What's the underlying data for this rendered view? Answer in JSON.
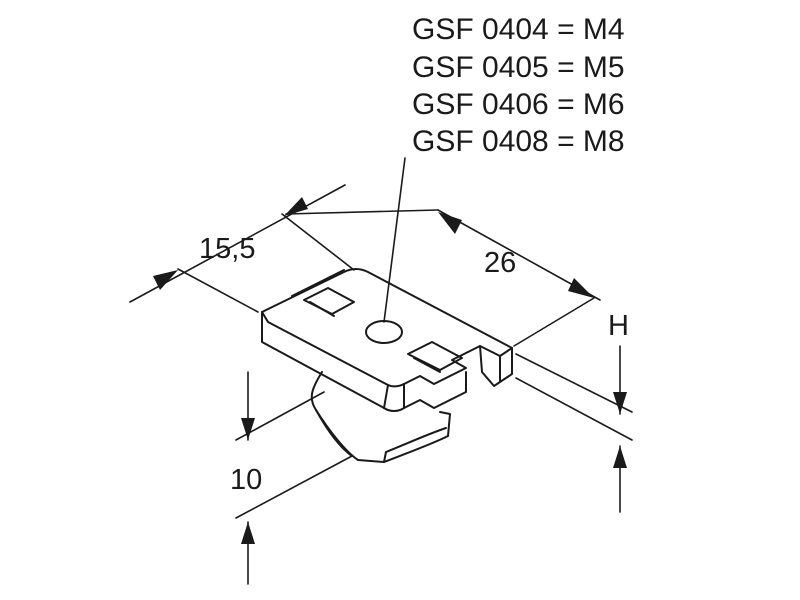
{
  "variants": [
    "GSF 0404 = M4",
    "GSF 0405 = M5",
    "GSF 0406 = M6",
    "GSF 0408 = M8"
  ],
  "dimensions": {
    "width": "15,5",
    "length": "26",
    "height_label": "H",
    "depth": "10"
  }
}
